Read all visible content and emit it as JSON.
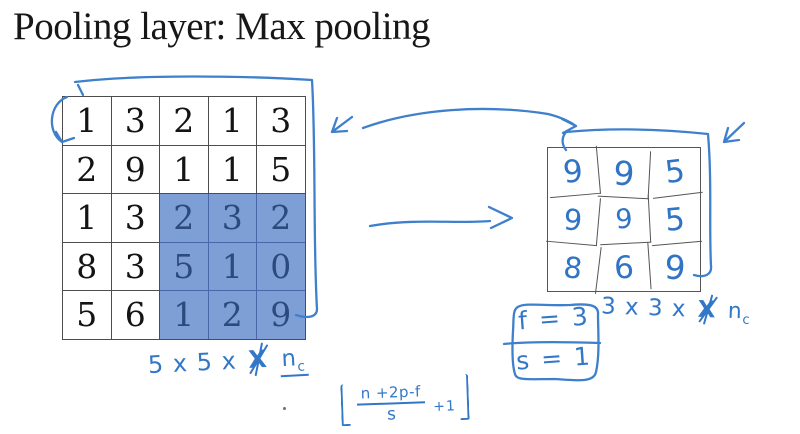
{
  "slide": {
    "title": "Pooling layer: Max pooling"
  },
  "colors": {
    "ink_blue": "#3e80cc",
    "highlight_bg": "#7e9ed6",
    "highlight_text": "#2b4a7e",
    "grid_line": "#4d4d4d"
  },
  "input_grid": {
    "rows": 5,
    "cols": 5,
    "cells": [
      "1",
      "3",
      "2",
      "1",
      "3",
      "2",
      "9",
      "1",
      "1",
      "5",
      "1",
      "3",
      "2",
      "3",
      "2",
      "8",
      "3",
      "5",
      "1",
      "0",
      "5",
      "6",
      "1",
      "2",
      "9"
    ],
    "highlighted_region": "rows 3-5, cols 3-5",
    "dims_label": {
      "prefix": "5 x 5 x",
      "scribble": "X",
      "var": "n",
      "sub": "c"
    }
  },
  "output_grid": {
    "rows": 3,
    "cols": 3,
    "cells": [
      "9",
      "9",
      "5",
      "9",
      "9",
      "5",
      "8",
      "6",
      "9"
    ],
    "dims_label": {
      "prefix": "3 x 3 x",
      "scribble": "X",
      "var": "n",
      "sub": "c"
    }
  },
  "params_box": {
    "line1": "f = 3",
    "line2": "s = 1"
  },
  "formula": {
    "numerator": "n +2p-f",
    "denominator": "s",
    "tail": "+1"
  }
}
